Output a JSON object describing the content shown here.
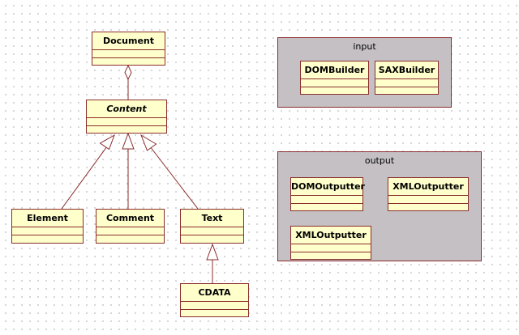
{
  "classes": {
    "document": "Document",
    "content": "Content",
    "element": "Element",
    "comment": "Comment",
    "text": "Text",
    "cdata": "CDATA",
    "dombuilder": "DOMBuilder",
    "saxbuilder": "SAXBuilder",
    "domoutputter": "DOMOutputter",
    "xmloutputter_a": "XMLOutputter",
    "xmloutputter_b": "XMLOutputter"
  },
  "packages": {
    "input": "input",
    "output": "output"
  },
  "colors": {
    "class_fill": "#ffffcc",
    "class_border": "#8b2d2d",
    "package_fill": "#c4c0c4",
    "relation_line": "#8b2d2d"
  }
}
